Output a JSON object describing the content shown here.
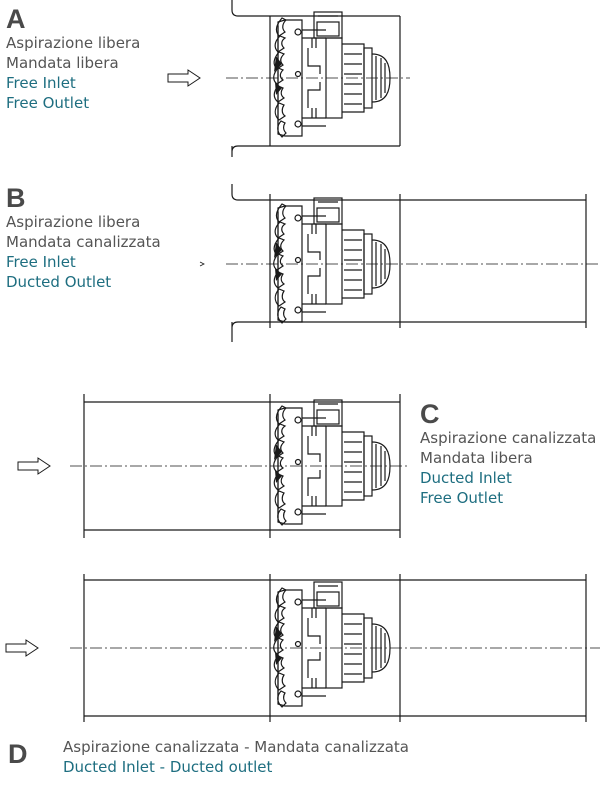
{
  "configs": {
    "A": {
      "letter": "A",
      "inlet_it": "Aspirazione libera",
      "outlet_it": "Mandata libera",
      "inlet_en": "Free Inlet",
      "outlet_en": "Free Outlet"
    },
    "B": {
      "letter": "B",
      "inlet_it": "Aspirazione libera",
      "outlet_it": "Mandata canalizzata",
      "inlet_en": "Free Inlet",
      "outlet_en": "Ducted Outlet"
    },
    "C": {
      "letter": "C",
      "inlet_it": "Aspirazione canalizzata",
      "outlet_it": "Mandata libera",
      "inlet_en": "Ducted Inlet",
      "outlet_en": "Free Outlet"
    },
    "D": {
      "letter": "D",
      "line_it": "Aspirazione canalizzata - Mandata canalizzata",
      "line_en": "Ducted Inlet - Ducted outlet"
    }
  },
  "colors": {
    "english_text": "#1e6e80",
    "italian_text": "#555555",
    "drawing": "#1a1a1a"
  }
}
